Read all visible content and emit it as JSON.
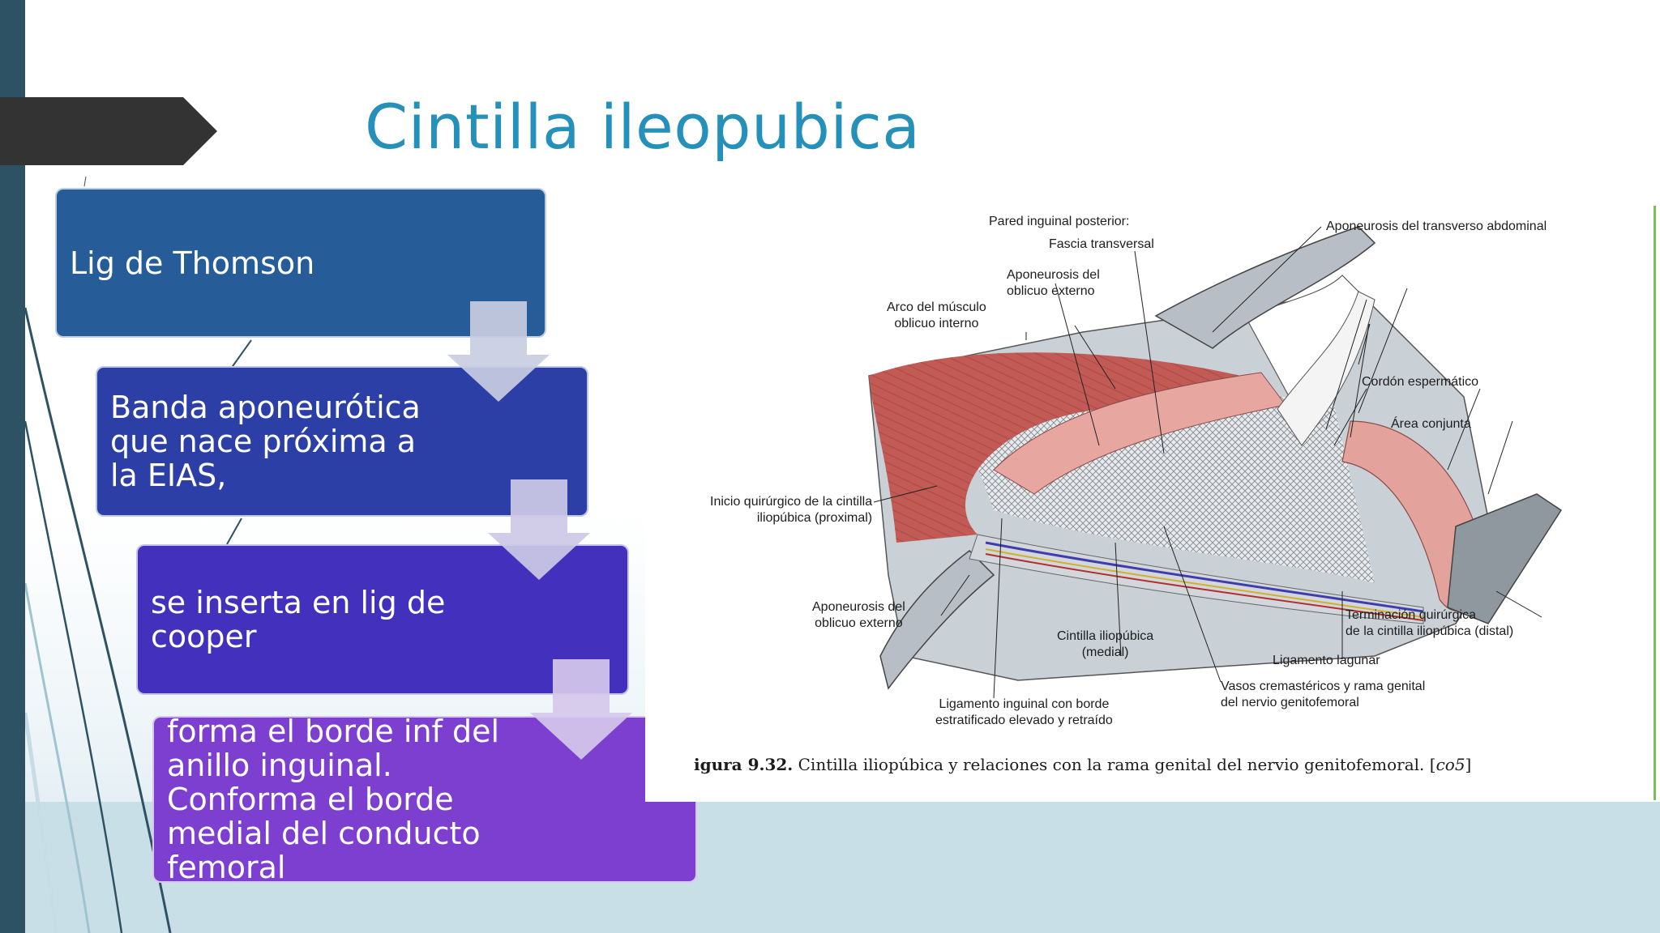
{
  "slide": {
    "title": "Cintilla ileopubica",
    "colors": {
      "title": "#2590b9",
      "box1": "#265d98",
      "box2": "#2c3fa6",
      "box3": "#4331bd",
      "box4": "#7c3fcf",
      "sidebar": "#2d5264",
      "title_tab": "#333333"
    },
    "process_steps": [
      {
        "text": "Lig de Thomson"
      },
      {
        "text": "Banda aponeurótica\nque nace próxima a\nla EIAS,"
      },
      {
        "text": "se inserta en lig de\ncooper"
      },
      {
        "text": "forma el borde inf del\nanillo inguinal.\nConforma el borde\nmedial del conducto\nfemoral"
      }
    ]
  },
  "figure": {
    "labels": {
      "pared": "Pared inguinal posterior:",
      "fascia": "Fascia transversal",
      "apon_transverso": "Aponeurosis del transverso abdominal",
      "apon_oblicuo_ext_top": "Aponeurosis del\noblicuo externo",
      "arco": "Arco del músculo\noblicuo interno",
      "cordon": "Cordón espermático",
      "area": "Área conjunta",
      "inicio": "Inicio quirúrgico de la cintilla\niliopúbica (proximal)",
      "apon_oblicuo_ext_bottom": "Aponeurosis del\noblicuo externo",
      "cintilla_medial": "Cintilla iliopúbica\n(medial)",
      "terminacion": "Terminación quirúrgica\nde la cintilla iliopúbica (distal)",
      "lagunar": "Ligamento lagunar",
      "vasos": "Vasos cremastéricos y rama genital\ndel nervio genitofemoral",
      "ligamento_inguinal": "Ligamento inguinal con borde\nestratificado elevado y retraído"
    },
    "caption": {
      "prefix": "igura 9.32.",
      "text": " Cintilla iliopúbica y relaciones con la rama genital del nervio genitofemoral. [",
      "ref": "co5",
      "suffix": "]"
    }
  }
}
